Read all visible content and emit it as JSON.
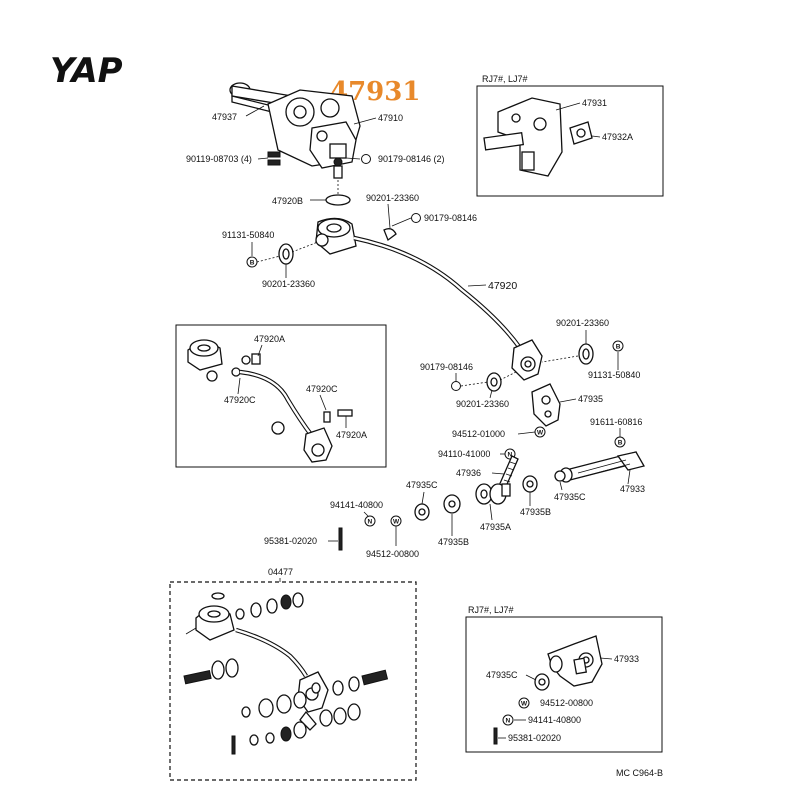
{
  "brand": {
    "logo_text": "YAP",
    "highlight_part": "47931",
    "highlight_color": "#e8892b",
    "logo_color": "#111111"
  },
  "boxes": {
    "top_right_title": "RJ7#, LJ7#",
    "bottom_right_title": "RJ7#, LJ7#",
    "kit_title": "04477"
  },
  "labels": {
    "p47937": "47937",
    "p47910": "47910",
    "p90119": "90119-08703 (4)",
    "p90179_2": "90179-08146 (2)",
    "p47920B": "47920B",
    "p90201_a": "90201-23360",
    "p90179_a": "90179-08146",
    "p91131_a": "91131-50840",
    "p90201_b": "90201-23360",
    "p47920": "47920",
    "p47931_r": "47931",
    "p47932A": "47932A",
    "inset_47920A_1": "47920A",
    "inset_47920C_1": "47920C",
    "inset_47920C_2": "47920C",
    "inset_47920A_2": "47920A",
    "p90201_c": "90201-23360",
    "p91131_b": "91131-50840",
    "p90179_b": "90179-08146",
    "p90201_d": "90201-23360",
    "p47935": "47935",
    "p94512_a": "94512-01000",
    "p91611": "91611-60816",
    "p94110": "94110-41000",
    "p47936": "47936",
    "p47935C_a": "47935C",
    "p47933_a": "47933",
    "p47935C_b": "47935C",
    "p94141_a": "94141-40800",
    "p47935B_a": "47935B",
    "p47935A": "47935A",
    "p95381_a": "95381-02020",
    "p94512_b": "94512-00800",
    "p47935B_b": "47935B",
    "p47933_b": "47933",
    "p47935C_c": "47935C",
    "p94512_c": "94512-00800",
    "p94141_b": "94141-40800",
    "p95381_b": "95381-02020",
    "footer_code": "MC  C964-B"
  },
  "symbols": {
    "bolt": "B",
    "nut": "N",
    "washer": "W"
  }
}
